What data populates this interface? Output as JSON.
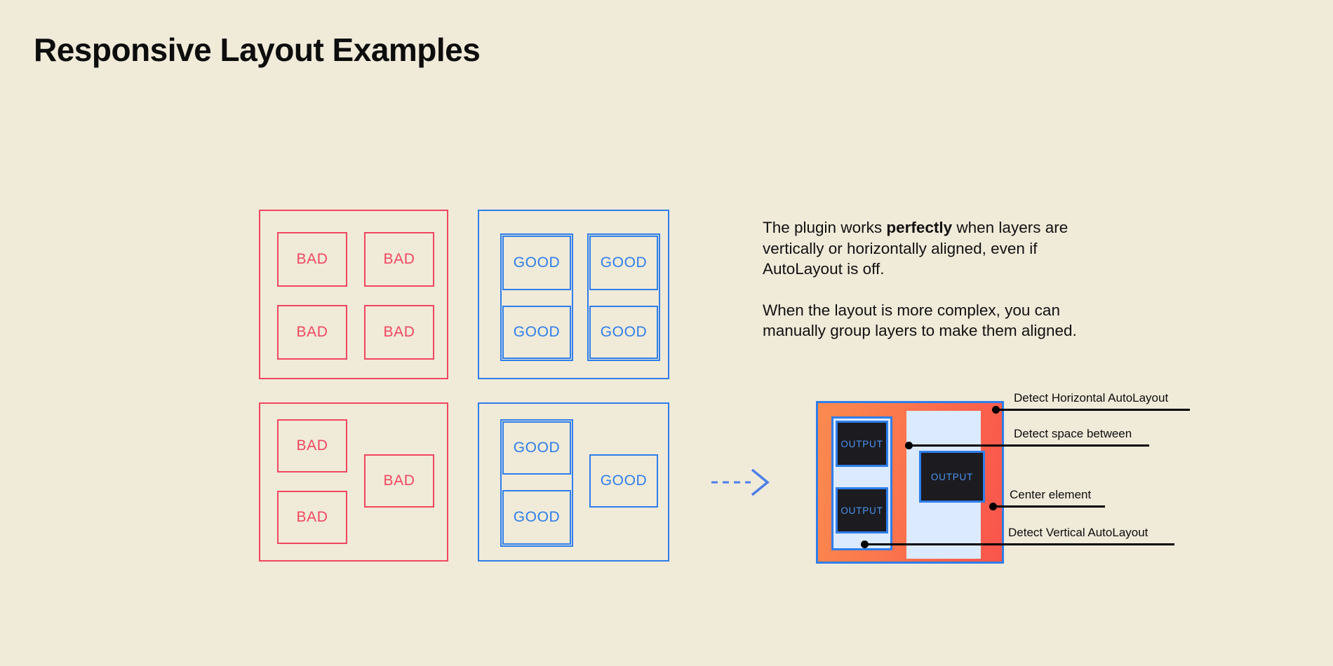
{
  "page": {
    "title": "Responsive Layout Examples",
    "background_color": "#f0ead9"
  },
  "colors": {
    "bad": "#f1465f",
    "good": "#2e7eea",
    "orange": "#fa7248",
    "light_blue": "#dbeafe",
    "output_fill": "#1b1b20",
    "output_text": "#4d94ef",
    "text": "#111111"
  },
  "examples": {
    "bad_grid": {
      "label": "bad-grid-panel",
      "cells": [
        {
          "label": "BAD"
        },
        {
          "label": "BAD"
        },
        {
          "label": "BAD"
        },
        {
          "label": "BAD"
        }
      ]
    },
    "good_grid": {
      "label": "good-grid-panel",
      "cells": [
        {
          "label": "GOOD"
        },
        {
          "label": "GOOD"
        },
        {
          "label": "GOOD"
        },
        {
          "label": "GOOD"
        }
      ]
    },
    "bad_complex": {
      "label": "bad-complex-panel",
      "cells": [
        {
          "label": "BAD"
        },
        {
          "label": "BAD"
        },
        {
          "label": "BAD"
        }
      ]
    },
    "good_complex": {
      "label": "good-complex-panel",
      "cells": [
        {
          "label": "GOOD"
        },
        {
          "label": "GOOD"
        },
        {
          "label": "GOOD"
        }
      ]
    }
  },
  "description": {
    "paragraph1_part1": "The plugin works ",
    "paragraph1_bold": "perfectly",
    "paragraph1_part2": " when layers are vertically or horizontally aligned, even if AutoLayout is off.",
    "paragraph2": "When the layout is more complex, you can manually group layers to make them aligned."
  },
  "composite": {
    "output_labels": [
      "OUTPUT",
      "OUTPUT",
      "OUTPUT"
    ],
    "annotations": [
      {
        "label": "Detect Horizontal AutoLayout"
      },
      {
        "label": "Detect space between"
      },
      {
        "label": "Center element"
      },
      {
        "label": "Detect Vertical AutoLayout"
      }
    ]
  }
}
